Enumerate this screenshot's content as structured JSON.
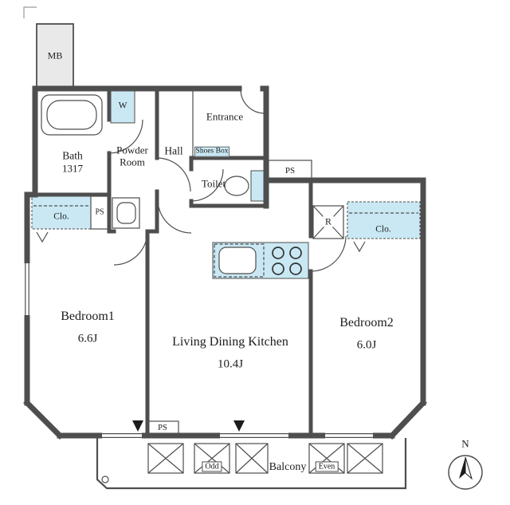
{
  "plan": {
    "rooms": {
      "bath": {
        "name": "Bath",
        "size": "1317"
      },
      "powder_room": {
        "name": "Powder Room"
      },
      "hall": {
        "name": "Hall"
      },
      "entrance": {
        "name": "Entrance"
      },
      "toilet": {
        "name": "Toilet"
      },
      "bedroom1": {
        "name": "Bedroom1",
        "area": "6.6J"
      },
      "ldk": {
        "name": "Living Dining Kitchen",
        "area": "10.4J"
      },
      "bedroom2": {
        "name": "Bedroom2",
        "area": "6.0J"
      },
      "balcony": {
        "name": "Balcony"
      }
    },
    "fixtures": {
      "meter_box": "MB",
      "washing_machine": "W",
      "shoes_box": "Shoes Box",
      "refrigerator_space": "R",
      "closet_left": "Clo.",
      "closet_right": "Clo.",
      "pipe_shaft_top": "PS",
      "pipe_shaft_left": "PS",
      "pipe_shaft_bottom": "PS",
      "balcony_partition_odd": "Odd",
      "balcony_partition_even": "Even"
    },
    "compass": {
      "north_label": "N"
    },
    "colors": {
      "highlight": "#c9e8f4",
      "wall": "#4e4e4e",
      "text": "#1c1c1c"
    }
  }
}
